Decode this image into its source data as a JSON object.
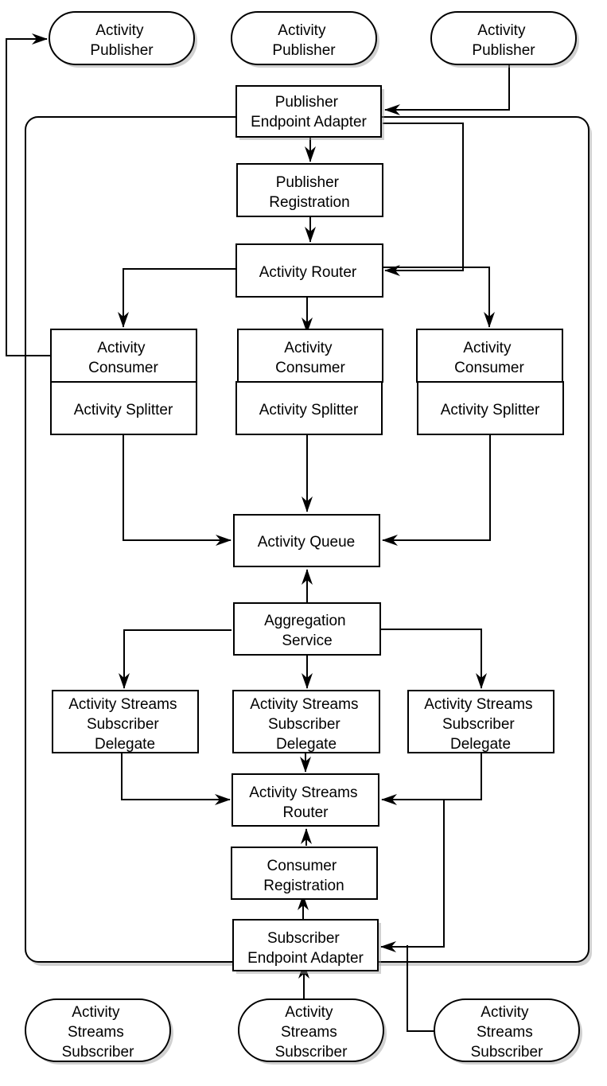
{
  "nodes": {
    "publisher_1": {
      "lines": [
        "Activity",
        "Publisher"
      ]
    },
    "publisher_2": {
      "lines": [
        "Activity",
        "Publisher"
      ]
    },
    "publisher_3": {
      "lines": [
        "Activity",
        "Publisher"
      ]
    },
    "publisher_endpoint_adapter": {
      "lines": [
        "Publisher",
        "Endpoint Adapter"
      ]
    },
    "publisher_registration": {
      "lines": [
        "Publisher",
        "Registration"
      ]
    },
    "activity_router": {
      "lines": [
        "Activity Router"
      ]
    },
    "consumer_1": {
      "lines": [
        "Activity",
        "Consumer"
      ]
    },
    "consumer_2": {
      "lines": [
        "Activity",
        "Consumer"
      ]
    },
    "consumer_3": {
      "lines": [
        "Activity",
        "Consumer"
      ]
    },
    "splitter_1": {
      "lines": [
        "Activity Splitter"
      ]
    },
    "splitter_2": {
      "lines": [
        "Activity Splitter"
      ]
    },
    "splitter_3": {
      "lines": [
        "Activity Splitter"
      ]
    },
    "activity_queue": {
      "lines": [
        "Activity Queue"
      ]
    },
    "aggregation_service": {
      "lines": [
        "Aggregation",
        "Service"
      ]
    },
    "subscriber_delegate_1": {
      "lines": [
        "Activity Streams",
        "Subscriber",
        "Delegate"
      ]
    },
    "subscriber_delegate_2": {
      "lines": [
        "Activity Streams",
        "Subscriber",
        "Delegate"
      ]
    },
    "subscriber_delegate_3": {
      "lines": [
        "Activity Streams",
        "Subscriber",
        "Delegate"
      ]
    },
    "activity_streams_router": {
      "lines": [
        "Activity Streams",
        "Router"
      ]
    },
    "consumer_registration": {
      "lines": [
        "Consumer",
        "Registration"
      ]
    },
    "subscriber_endpoint_adapter": {
      "lines": [
        "Subscriber",
        "Endpoint Adapter"
      ]
    },
    "subscriber_1": {
      "lines": [
        "Activity",
        "Streams",
        "Subscriber"
      ]
    },
    "subscriber_2": {
      "lines": [
        "Activity",
        "Streams",
        "Subscriber"
      ]
    },
    "subscriber_3": {
      "lines": [
        "Activity",
        "Streams",
        "Subscriber"
      ]
    }
  }
}
